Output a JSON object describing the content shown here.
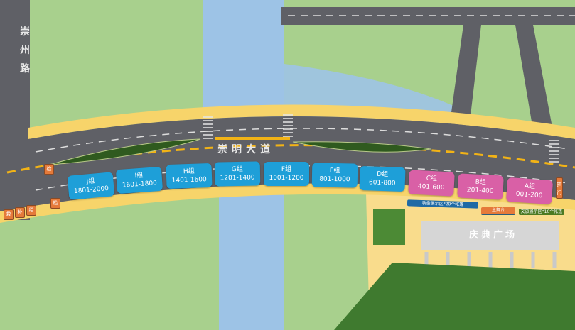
{
  "roads": {
    "vertical_left": "崇州路",
    "main": "崇明大道"
  },
  "plaza": "庆典广场",
  "groups": [
    {
      "name": "J组",
      "range": "1801-2000",
      "color": "#1e9fd8"
    },
    {
      "name": "I组",
      "range": "1601-1800",
      "color": "#1e9fd8"
    },
    {
      "name": "H组",
      "range": "1401-1600",
      "color": "#1e9fd8"
    },
    {
      "name": "G组",
      "range": "1201-1400",
      "color": "#1e9fd8"
    },
    {
      "name": "F组",
      "range": "1001-1200",
      "color": "#1e9fd8"
    },
    {
      "name": "E组",
      "range": "801-1000",
      "color": "#1e9fd8"
    },
    {
      "name": "D组",
      "range": "601-800",
      "color": "#1e9fd8"
    },
    {
      "name": "C组",
      "range": "401-600",
      "color": "#d960a6"
    },
    {
      "name": "B组",
      "range": "201-400",
      "color": "#d960a6"
    },
    {
      "name": "A组",
      "range": "001-200",
      "color": "#d960a6"
    }
  ],
  "markers": {
    "top_left": "检",
    "bottom_mid": "检",
    "bottom_1": "救",
    "bottom_2": "补",
    "bottom_3": "给",
    "gate": "拱门"
  },
  "banners": {
    "equipment": "装备展示区*20个帐篷",
    "stage": "主舞台",
    "culture": "文旅展示区*10个帐篷"
  },
  "colors": {
    "grass": "#a8d08d",
    "river": "#9dc3e6",
    "road": "#5f6066",
    "sidewalk": "#f7d46a",
    "plaza": "#f9dc8c",
    "forest": "#3f7a2f"
  }
}
